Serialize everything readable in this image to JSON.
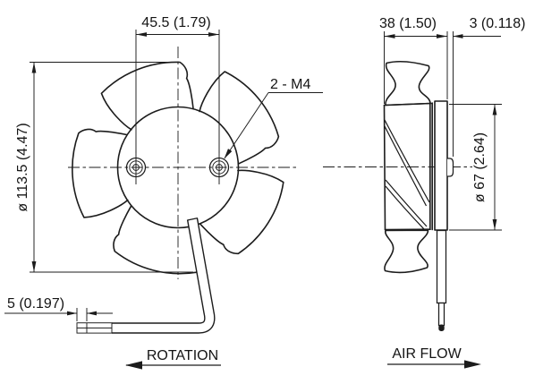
{
  "drawing": {
    "front_view": {
      "dim_hole_spacing": "45.5 (1.79)",
      "dim_blade_diameter": "ø 113.5 (4.47)",
      "thread_callout": "2 - M4",
      "dim_lead_strip": "5 (0.197)",
      "rotation_label": "ROTATION"
    },
    "side_view": {
      "dim_overall_depth": "38 (1.50)",
      "dim_boss_protrusion": "3 (0.118)",
      "dim_hub_diameter": "ø 67 (2.64)",
      "airflow_label": "AIR FLOW"
    },
    "colors": {
      "line": "#1c1c1c",
      "background": "#ffffff"
    }
  }
}
